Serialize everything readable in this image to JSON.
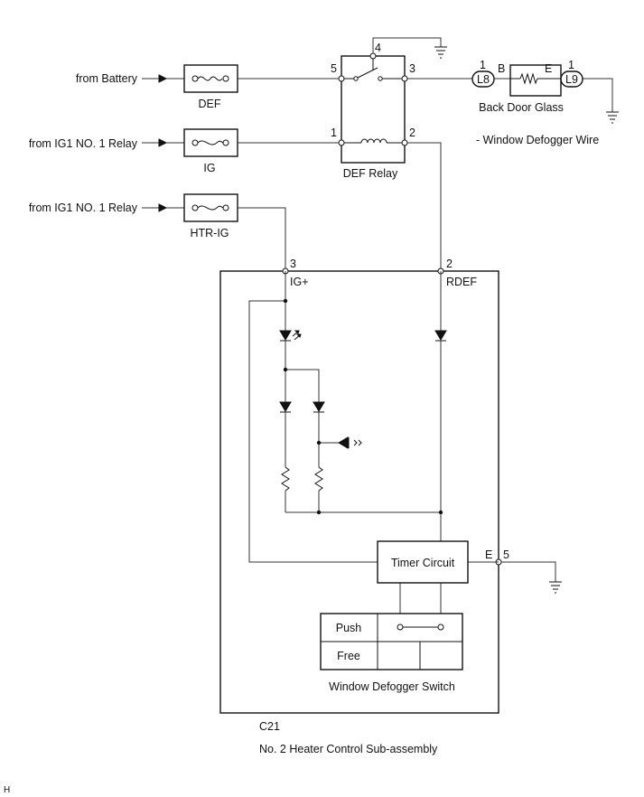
{
  "inputs": {
    "battery": "from Battery",
    "ig1_relay_1": "from IG1 NO. 1 Relay",
    "ig1_relay_2": "from IG1 NO. 1 Relay"
  },
  "fuses": {
    "def": "DEF",
    "ig": "IG",
    "htr_ig": "HTR-IG"
  },
  "relay": {
    "name": "DEF Relay",
    "pin_4": "4",
    "pin_5": "5",
    "pin_3": "3",
    "pin_1": "1",
    "pin_2": "2"
  },
  "defogger": {
    "connector_left": "L8",
    "connector_right": "L9",
    "pin_left": "1",
    "pin_right": "1",
    "term_b": "B",
    "term_e": "E",
    "name": "Back Door Glass",
    "subname": "- Window Defogger Wire"
  },
  "controller": {
    "pin_ig": "3",
    "label_ig": "IG+",
    "pin_rdef": "2",
    "label_rdef": "RDEF",
    "pin_e": "5",
    "label_e": "E",
    "timer": "Timer Circuit",
    "connector_code": "C21",
    "name": "No. 2 Heater Control Sub-assembly"
  },
  "switch": {
    "push": "Push",
    "free": "Free",
    "name": "Window Defogger Switch"
  },
  "footer": {
    "corner_mark": "H"
  }
}
